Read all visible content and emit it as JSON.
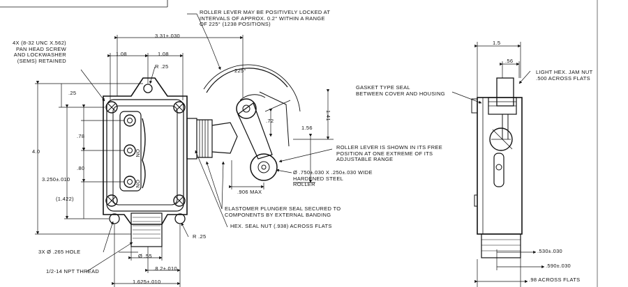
{
  "view_front": {
    "dim_top": "3.31±.030",
    "dim_left_half": "1.08",
    "dim_right_half": "1.08",
    "dim_top_radius": "R .25",
    "dim_bottom_radius": "R .25",
    "dim_overall_height": "4.0",
    "dim_25": ".25",
    "dim_78": ".78",
    "dim_80": ".80",
    "dim_3250": "3.250±.010",
    "dim_1422": "(1.422)",
    "dim_55": "Ø .55",
    "dim_1625_half": ".8 2±.010",
    "dim_1625": "1.625±.010",
    "dim_72": ".72",
    "dim_156": "1.56",
    "dim_141": "1.41",
    "dim_906": ".906 MAX",
    "dim_angle": "225°",
    "screw_note": [
      "4X (8-32 UNC X.562)",
      "PAN HEAD SCREW",
      "AND LOCKWASHER",
      "(SEMS) RETAINED"
    ],
    "hole_note": "3X Ø .265 HOLE",
    "thread_note": "1/2-14 NPT THREAD",
    "lever_note": [
      "ROLLER LEVER MAY BE POSITIVELY LOCKED AT",
      "INTERVALS OF APPROX. 0.2° WITHIN A RANGE",
      "OF 225° (1238 POSITIONS)"
    ],
    "free_note": [
      "ROLLER LEVER IS SHOWN IN ITS FREE",
      "POSITION AT ONE EXTREME OF ITS",
      "ADJUSTABLE RANGE"
    ],
    "roller_note": [
      "Ø .750±.030 X .250±.030 WIDE",
      "HARDENED STEEL",
      "ROLLER"
    ],
    "plunger_note": [
      "ELASTOMER PLUNGER SEAL SECURED TO",
      "COMPONENTS BY EXTERNAL BANDING"
    ],
    "hexseal_note": "HEX. SEAL NUT (.938) ACROSS FLATS",
    "on_label": "ON"
  },
  "view_side": {
    "dim_15": "1.5",
    "dim_56": ".56",
    "gasket_note": [
      "GASKET TYPE SEAL",
      "BETWEEN COVER AND HOUSING"
    ],
    "jam_note": [
      "LIGHT HEX. JAM NUT",
      ".500 ACROSS FLATS"
    ],
    "dim_530": ".530±.030",
    "dim_590": ".590±.030",
    "dim_98": ".98 ACROSS FLATS"
  }
}
